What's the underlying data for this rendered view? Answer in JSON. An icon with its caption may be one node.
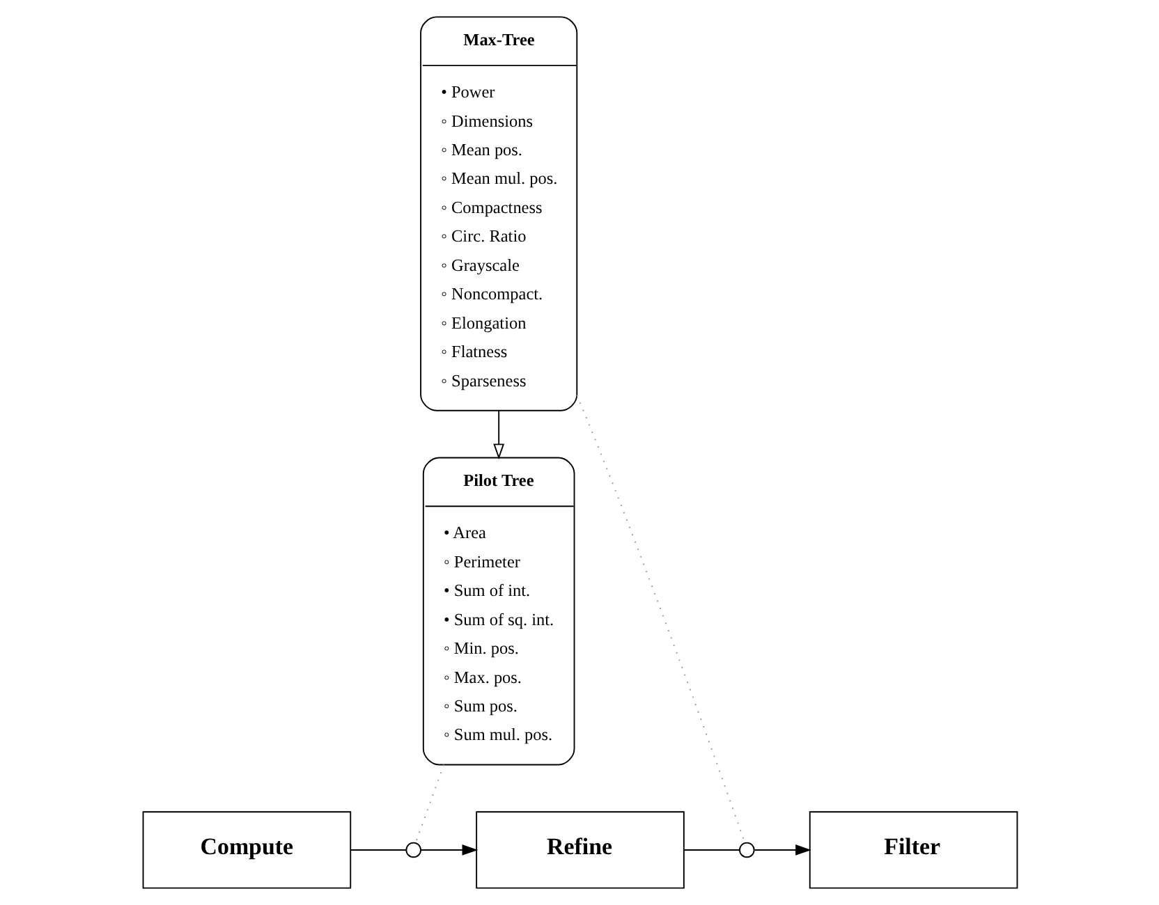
{
  "diagram": {
    "nodes": [
      {
        "text": [
          "Max-Tree",
          "• Power",
          "◦ Dimensions",
          "◦ Mean pos.",
          "◦ Mean mul. pos.",
          "◦ Compactness",
          "◦ Circ. Ratio",
          "◦ Grayscale",
          "◦ Noncompact.",
          "◦ Elongation",
          "◦ Flatness",
          "◦ Sparseness"
        ]
      },
      {
        "text": [
          "Pilot Tree",
          "• Area",
          "◦ Perimeter",
          "• Sum of int.",
          "• Sum of sq. int.",
          "◦ Min. pos.",
          "◦ Max. pos.",
          "◦ Sum pos.",
          "◦ Sum mul. pos."
        ]
      },
      {
        "text": [
          "Compute"
        ]
      },
      {
        "text": [],
        "shape": "circle"
      },
      {
        "text": [
          "Refine"
        ]
      },
      {
        "text": [],
        "shape": "circle"
      },
      {
        "text": [
          "Filter"
        ]
      }
    ],
    "edges": [
      {
        "from": 0,
        "to": 1,
        "arrow": "to"
      },
      {
        "from": 2,
        "to": 3,
        "arrow": "none"
      },
      {
        "from": 3,
        "to": 4,
        "arrow": "to"
      },
      {
        "from": 4,
        "to": 5,
        "arrow": "none"
      },
      {
        "from": 5,
        "to": 6,
        "arrow": "to"
      },
      {
        "from": 1,
        "to": 3,
        "arrow": "none",
        "style": "dashed",
        "color": "#999999"
      },
      {
        "from": 0,
        "to": 5,
        "arrow": "none",
        "style": "dashed",
        "color": "#999999"
      }
    ]
  }
}
